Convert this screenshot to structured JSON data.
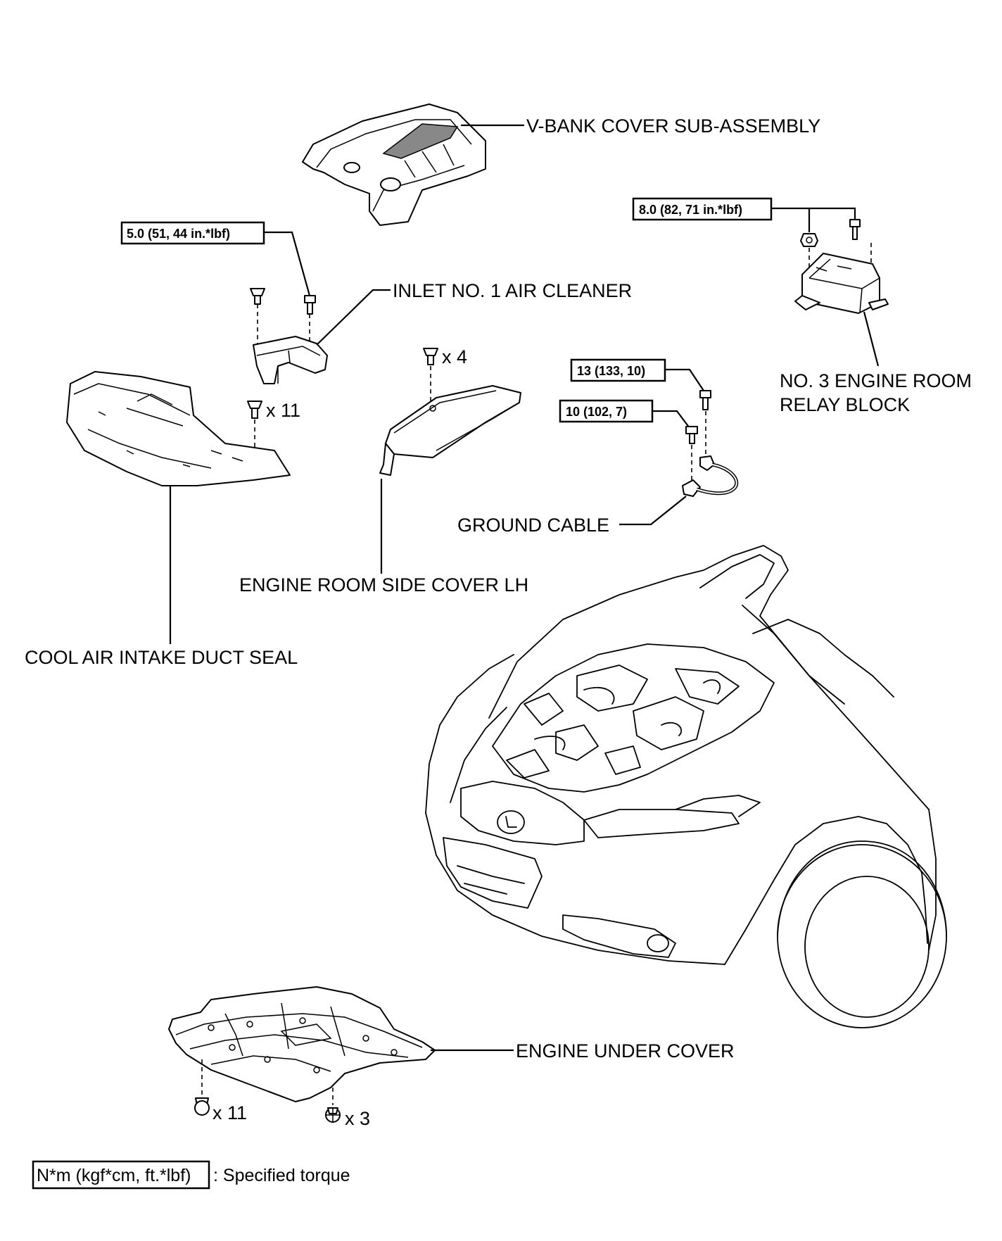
{
  "labels": {
    "v_bank_cover": "V-BANK COVER SUB-ASSEMBLY",
    "inlet_air_cleaner": "INLET NO. 1 AIR CLEANER",
    "relay_block_line1": "NO. 3 ENGINE ROOM",
    "relay_block_line2": "RELAY BLOCK",
    "ground_cable": "GROUND CABLE",
    "side_cover": "ENGINE ROOM SIDE COVER LH",
    "duct_seal": "COOL AIR INTAKE DUCT SEAL",
    "under_cover": "ENGINE UNDER COVER"
  },
  "torques": {
    "inlet": "5.0 (51, 44 in.*lbf)",
    "relay": "8.0 (82, 71 in.*lbf)",
    "ground_upper": "13 (133, 10)",
    "ground_lower": "10 (102, 7)"
  },
  "quantities": {
    "duct_seal_clips": "x 11",
    "side_cover_clips": "x 4",
    "under_cover_bolts": "x 11",
    "under_cover_clips": "x 3"
  },
  "legend": {
    "box": "N*m (kgf*cm, ft.*lbf)",
    "text": ": Specified torque"
  }
}
